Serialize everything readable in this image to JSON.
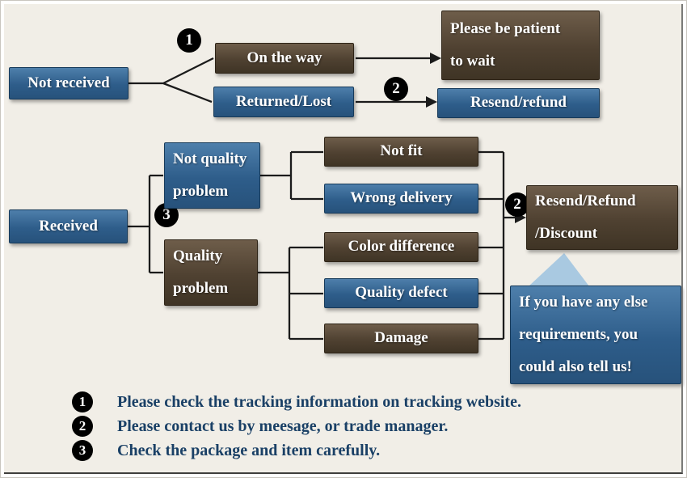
{
  "colors": {
    "background": "#f1eee7",
    "blue_box_top": "#4e7fab",
    "blue_box_bottom": "#27527b",
    "brown_box_top": "#6e5d4a",
    "brown_box_bottom": "#3f3425",
    "bubble_pointer": "#a9c9e1",
    "legend_text": "#1a4066",
    "connector": "#1b1b1b",
    "box_text": "#ffffff",
    "badge_bg": "#000000"
  },
  "nodes": {
    "not_received": "Not received",
    "on_the_way": "On the way",
    "returned_lost": "Returned/Lost",
    "be_patient_lines": [
      "Please be patient",
      "to wait"
    ],
    "resend_refund": "Resend/refund",
    "received": "Received",
    "not_quality_lines": [
      "Not quality",
      "problem"
    ],
    "quality_lines": [
      "Quality",
      "problem"
    ],
    "not_fit": "Not fit",
    "wrong_delivery": "Wrong delivery",
    "color_difference": "Color difference",
    "quality_defect": "Quality defect",
    "damage": "Damage",
    "resend_discount_lines": [
      "Resend/Refund",
      "/Discount"
    ],
    "bubble_lines": [
      "If you have any else",
      "requirements, you",
      "could also tell us!"
    ]
  },
  "badges": {
    "b1": "1",
    "b2": "2",
    "b3": "3"
  },
  "legend": [
    {
      "num": "1",
      "text": "Please check the tracking information on tracking website."
    },
    {
      "num": "2",
      "text": "Please contact us by meesage, or trade manager."
    },
    {
      "num": "3",
      "text": "Check the package and item carefully."
    }
  ]
}
